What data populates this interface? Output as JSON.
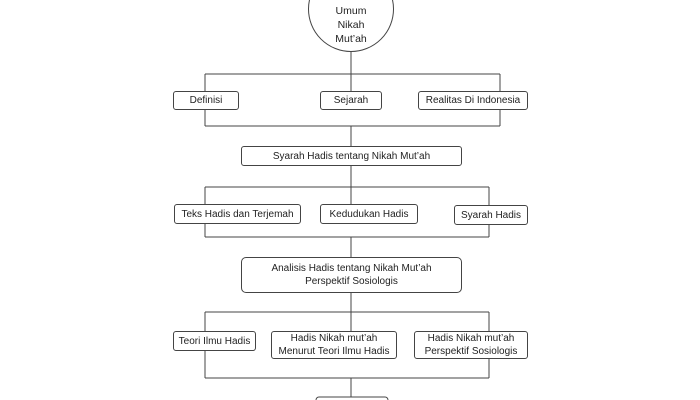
{
  "top_node": {
    "lines": [
      "Umum",
      "Nikah",
      "Mut’ah"
    ]
  },
  "row1": [
    "Definisi",
    "Sejarah",
    "Realitas Di Indonesia"
  ],
  "mid1": {
    "label": "Syarah Hadis tentang Nikah Mut’ah"
  },
  "row2": [
    "Teks Hadis dan  Terjemah",
    "Kedudukan Hadis",
    "Syarah Hadis"
  ],
  "mid2": {
    "lines": [
      "Analisis Hadis tentang Nikah Mut’ah",
      "Perspektif Sosiologis"
    ]
  },
  "row3": [
    {
      "lines": [
        "Teori Ilmu Hadis"
      ]
    },
    {
      "lines": [
        "Hadis Nikah mut’ah",
        "Menurut Teori Ilmu Hadis"
      ]
    },
    {
      "lines": [
        "Hadis Nikah mut’ah",
        "Perspektif Sosiologis"
      ]
    }
  ],
  "colors": {
    "line": "#444444",
    "border": "#444444",
    "text": "#222222"
  }
}
